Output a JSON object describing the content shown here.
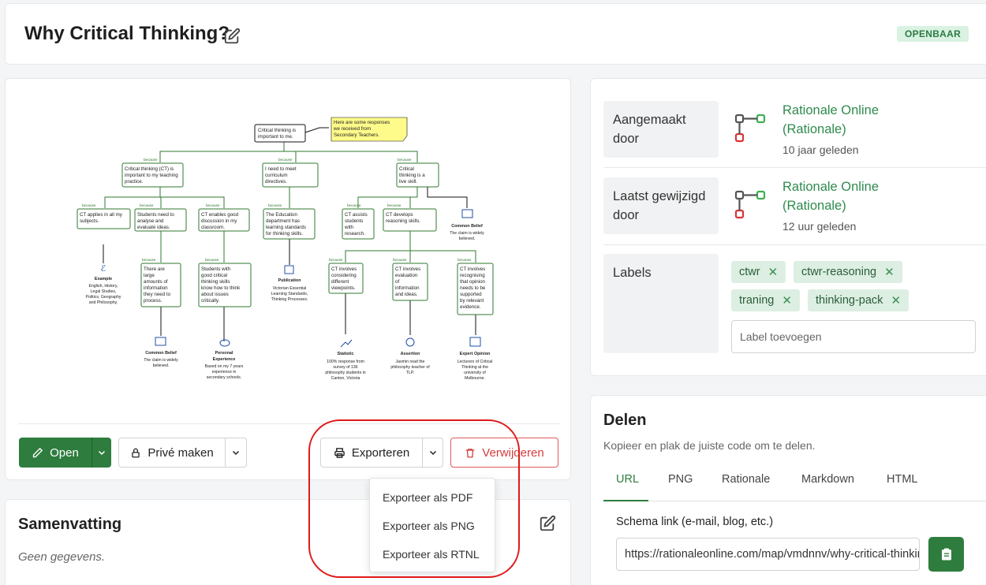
{
  "header": {
    "title": "Why Critical Thinking?",
    "visibility_badge": "OPENBAAR"
  },
  "map": {
    "root": [
      "Critical thinking is",
      "important to me."
    ],
    "note": [
      "Here are some responses",
      "we received from",
      "Secondary Teachers."
    ],
    "connector": "because",
    "reasons": [
      [
        "Critical thinking (CT) is",
        "important to my teaching",
        "practice."
      ],
      [
        "I need to meet",
        "curriculum",
        "directives."
      ],
      [
        "Critical",
        "thinking is a",
        "live skill."
      ]
    ],
    "sub1": [
      [
        "CT applies in all my",
        "subjects."
      ],
      [
        "Students need to",
        "analyse and",
        "evaluate ideas."
      ],
      [
        "CT enables good",
        "discussion in my",
        "classroom."
      ]
    ],
    "sub2": [
      [
        "The Education",
        "department has",
        "learning standards",
        "for thinking skills."
      ]
    ],
    "sub3": [
      [
        "CT assists",
        "students",
        "with",
        "research."
      ],
      [
        "CT develops",
        "reasoning skills."
      ]
    ],
    "level3": [
      [
        "There are",
        "large",
        "amounts of",
        "information",
        "they need to",
        "process."
      ],
      [
        "Students with",
        "good critical",
        "thinking skills",
        "know how to think",
        "about issues",
        "critically."
      ],
      [
        "CT involves",
        "considering",
        "different",
        "viewpoints."
      ],
      [
        "CT involves",
        "evaluation",
        "of",
        "information",
        "and ideas."
      ],
      [
        "CT involves",
        "recognising",
        "that opinion",
        "needs to be",
        "supported",
        "by relevant",
        "evidence."
      ]
    ],
    "evidence": [
      {
        "title": "Example",
        "lines": [
          "English, History,",
          "Legal Studies,",
          "Politics, Geography",
          "and Philosophy."
        ]
      },
      {
        "title": "Publication",
        "lines": [
          "Victorian Essential",
          "Learning Standards,",
          "Thinking Processes."
        ]
      },
      {
        "title": "Common Belief",
        "lines": [
          "The claim is widely",
          "believed."
        ]
      },
      {
        "title": "Common Belief",
        "lines": [
          "The claim is widely",
          "believed."
        ]
      },
      {
        "title": "Personal",
        "title2": "Experience",
        "lines": [
          "Based on my 7 years",
          "experience in",
          "secondary schools."
        ]
      },
      {
        "title": "Statistic",
        "lines": [
          "100% response from",
          "survey of 136",
          "philosophy students in",
          "Canton, Victoria"
        ]
      },
      {
        "title": "Assertion",
        "lines": [
          "Jasmin read the",
          "philosophy teacher of",
          "TLP."
        ]
      },
      {
        "title": "Expert Opinion",
        "lines": [
          "Lecturers of Critical",
          "Thinking at the",
          "university of",
          "Melbourne."
        ]
      }
    ]
  },
  "actions": {
    "open": "Open",
    "private": "Privé maken",
    "export": "Exporteren",
    "delete": "Verwijderen",
    "export_menu": [
      "Exporteer als PDF",
      "Exporteer als PNG",
      "Exporteer als RTNL"
    ]
  },
  "summary": {
    "title": "Samenvatting",
    "empty": "Geen gegevens."
  },
  "meta": {
    "created_label": "Aangemaakt door",
    "created_by": "Rationale Online (Rationale)",
    "created_ago": "10 jaar geleden",
    "modified_label": "Laatst gewijzigd door",
    "modified_by": "Rationale Online (Rationale)",
    "modified_ago": "12 uur geleden",
    "labels_label": "Labels",
    "tags": [
      "ctwr",
      "ctwr-reasoning",
      "traning",
      "thinking-pack"
    ],
    "label_placeholder": "Label toevoegen"
  },
  "share": {
    "title": "Delen",
    "subtitle": "Kopieer en plak de juiste code om te delen.",
    "tabs": [
      "URL",
      "PNG",
      "Rationale",
      "Markdown",
      "HTML"
    ],
    "active_tab": "URL",
    "link_label": "Schema link (e-mail, blog, etc.)",
    "link_value": "https://rationaleonline.com/map/vmdnnv/why-critical-thinking"
  },
  "colors": {
    "accent": "#2e7d3e",
    "danger": "#d63b3b",
    "highlight": "#e01a1a"
  },
  "icons": [
    "pencil-icon",
    "chevron-down-icon",
    "lock-icon",
    "printer-icon",
    "trash-icon",
    "clipboard-icon",
    "user-graph-icon",
    "close-icon"
  ]
}
